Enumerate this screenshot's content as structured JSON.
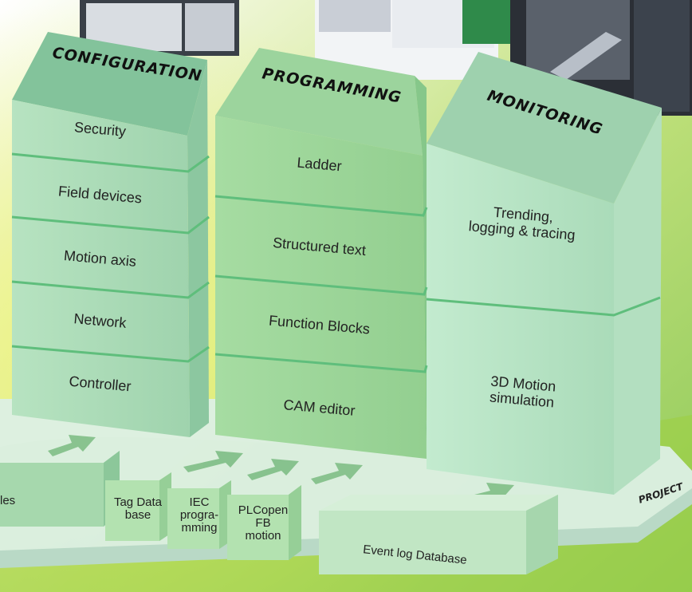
{
  "project_label": "PROJECT",
  "columns": [
    {
      "title": "CONFIGURATION",
      "items": [
        "Security",
        "Field devices",
        "Motion axis",
        "Network",
        "Controller"
      ]
    },
    {
      "title": "PROGRAMMING",
      "items": [
        "Ladder",
        "Structured text",
        "Function Blocks",
        "CAM editor"
      ]
    },
    {
      "title": "MONITORING",
      "items": [
        "Trending,\nlogging & tracing",
        "3D Motion\nsimulation"
      ]
    }
  ],
  "bottom_boxes": [
    "les",
    "Tag Data\nbase",
    "IEC\nprogra-\nmming",
    "PLCopen\nFB\nmotion",
    "Event log Database"
  ],
  "colors": {
    "background_yellow": "#d7e85a",
    "background_green": "#7fc96a",
    "tower_front": "#a9d9b5",
    "tower_side": "#8cc79e",
    "tower_roof": "#7fbf95",
    "divider": "#5fbe7c",
    "platform": "#dcefe5",
    "arrow": "#7fbe86"
  }
}
